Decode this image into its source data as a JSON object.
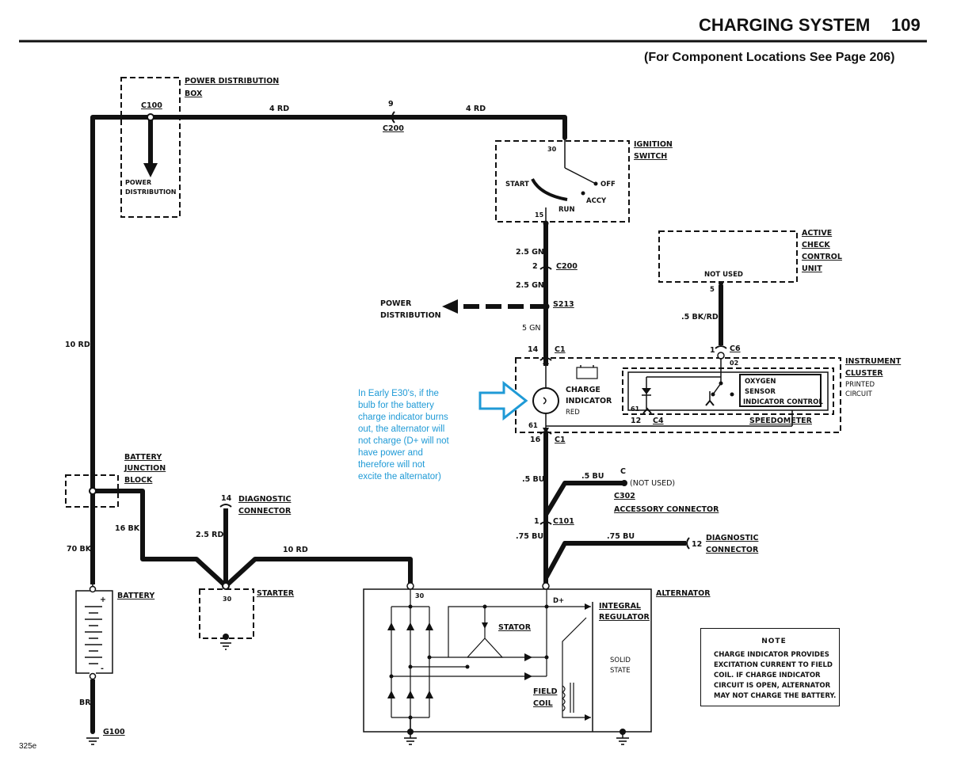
{
  "header": {
    "title": "CHARGING SYSTEM",
    "page_number": "109",
    "subtitle": "(For Component Locations See Page 206)"
  },
  "footer": {
    "figure_id": "325e"
  },
  "annotation": {
    "lines": [
      "In Early E30's, if the",
      "bulb for the battery",
      "charge indicator burns",
      "out, the alternator will",
      "not charge (D+ will not",
      "have power and",
      "therefore will not",
      "excite the alternator)"
    ],
    "color": "#1f9ad6"
  },
  "note": {
    "title": "NOTE",
    "lines": [
      "CHARGE INDICATOR PROVIDES",
      "EXCITATION CURRENT TO FIELD",
      "COIL.  IF  CHARGE  INDICATOR",
      "CIRCUIT IS OPEN, ALTERNATOR",
      "MAY NOT CHARGE THE BATTERY."
    ]
  },
  "components": {
    "power_distribution_box": {
      "line1": "POWER DISTRIBUTION",
      "line2": "BOX",
      "connector": "C100",
      "inner1": "POWER",
      "inner2": "DISTRIBUTION"
    },
    "c200": {
      "pin": "9",
      "name": "C200"
    },
    "ignition_switch": {
      "line1": "IGNITION",
      "line2": "SWITCH",
      "pin_top": "30",
      "pin_bottom": "15",
      "start": "START",
      "run": "RUN",
      "off": "OFF",
      "accy": "ACCY"
    },
    "active_check_control_unit": {
      "line1": "ACTIVE",
      "line2": "CHECK",
      "line3": "CONTROL",
      "line4": "UNIT",
      "not_used": "NOT USED",
      "pin": "5"
    },
    "instrument_cluster": {
      "line1": "INSTRUMENT",
      "line2": "CLUSTER",
      "line3": "PRINTED",
      "line4": "CIRCUIT",
      "c6": "C6",
      "c6_pin": "1",
      "pin_02": "02",
      "c1_top_pin": "14",
      "c1": "C1",
      "pin_61": "61",
      "c1_bottom_pin": "16",
      "c4_pin": "12",
      "c4": "C4",
      "pin_61b": "61"
    },
    "charge_indicator": {
      "line1": "CHARGE",
      "line2": "INDICATOR",
      "line3": "RED"
    },
    "oxygen_sensor": {
      "line1": "OXYGEN",
      "line2": "SENSOR",
      "line3": "INDICATOR CONTROL"
    },
    "speedometer": {
      "name": "SPEEDOMETER"
    },
    "c200_lower": {
      "pin": "2",
      "name": "C200"
    },
    "s213": {
      "name": "S213"
    },
    "power_distribution_arrow": {
      "line1": "POWER",
      "line2": "DISTRIBUTION"
    },
    "c302": {
      "pin": "C",
      "not_used": "(NOT USED)",
      "name": "C302",
      "desc": "ACCESSORY CONNECTOR"
    },
    "c101": {
      "pin": "1",
      "name": "C101"
    },
    "diagnostic_connector_right": {
      "pin": "12",
      "line1": "DIAGNOSTIC",
      "line2": "CONNECTOR"
    },
    "diagnostic_connector_left": {
      "pin": "14",
      "line1": "DIAGNOSTIC",
      "line2": "CONNECTOR"
    },
    "battery_junction_block": {
      "line1": "BATTERY",
      "line2": "JUNCTION",
      "line3": "BLOCK"
    },
    "battery": {
      "name": "BATTERY",
      "plus": "+",
      "minus": "-"
    },
    "starter": {
      "name": "STARTER",
      "pin": "30"
    },
    "alternator": {
      "name": "ALTERNATOR",
      "pin_30": "30",
      "pin_dplus": "D+",
      "stator": "STATOR",
      "field1": "FIELD",
      "field2": "COIL",
      "reg1": "INTEGRAL",
      "reg2": "REGULATOR",
      "solid1": "SOLID",
      "solid2": "STATE"
    },
    "g100": {
      "name": "G100"
    }
  },
  "wires": {
    "rd4_left": "4 RD",
    "rd4_right": "4 RD",
    "rd10_left": "10 RD",
    "gn25_upper": "2.5 GN",
    "gn25_lower": "2.5 GN",
    "gn5": "5 GN",
    "bkrd05": ".5 BK/RD",
    "bu5_main": ".5 BU",
    "bu5_branch": ".5 BU",
    "bu75_main": ".75 BU",
    "bu75_branch": ".75 BU",
    "bk16": "16 BK",
    "bk70": "70 BK",
    "rd25": "2.5 RD",
    "rd10_bottom": "10 RD",
    "br": "BR"
  }
}
